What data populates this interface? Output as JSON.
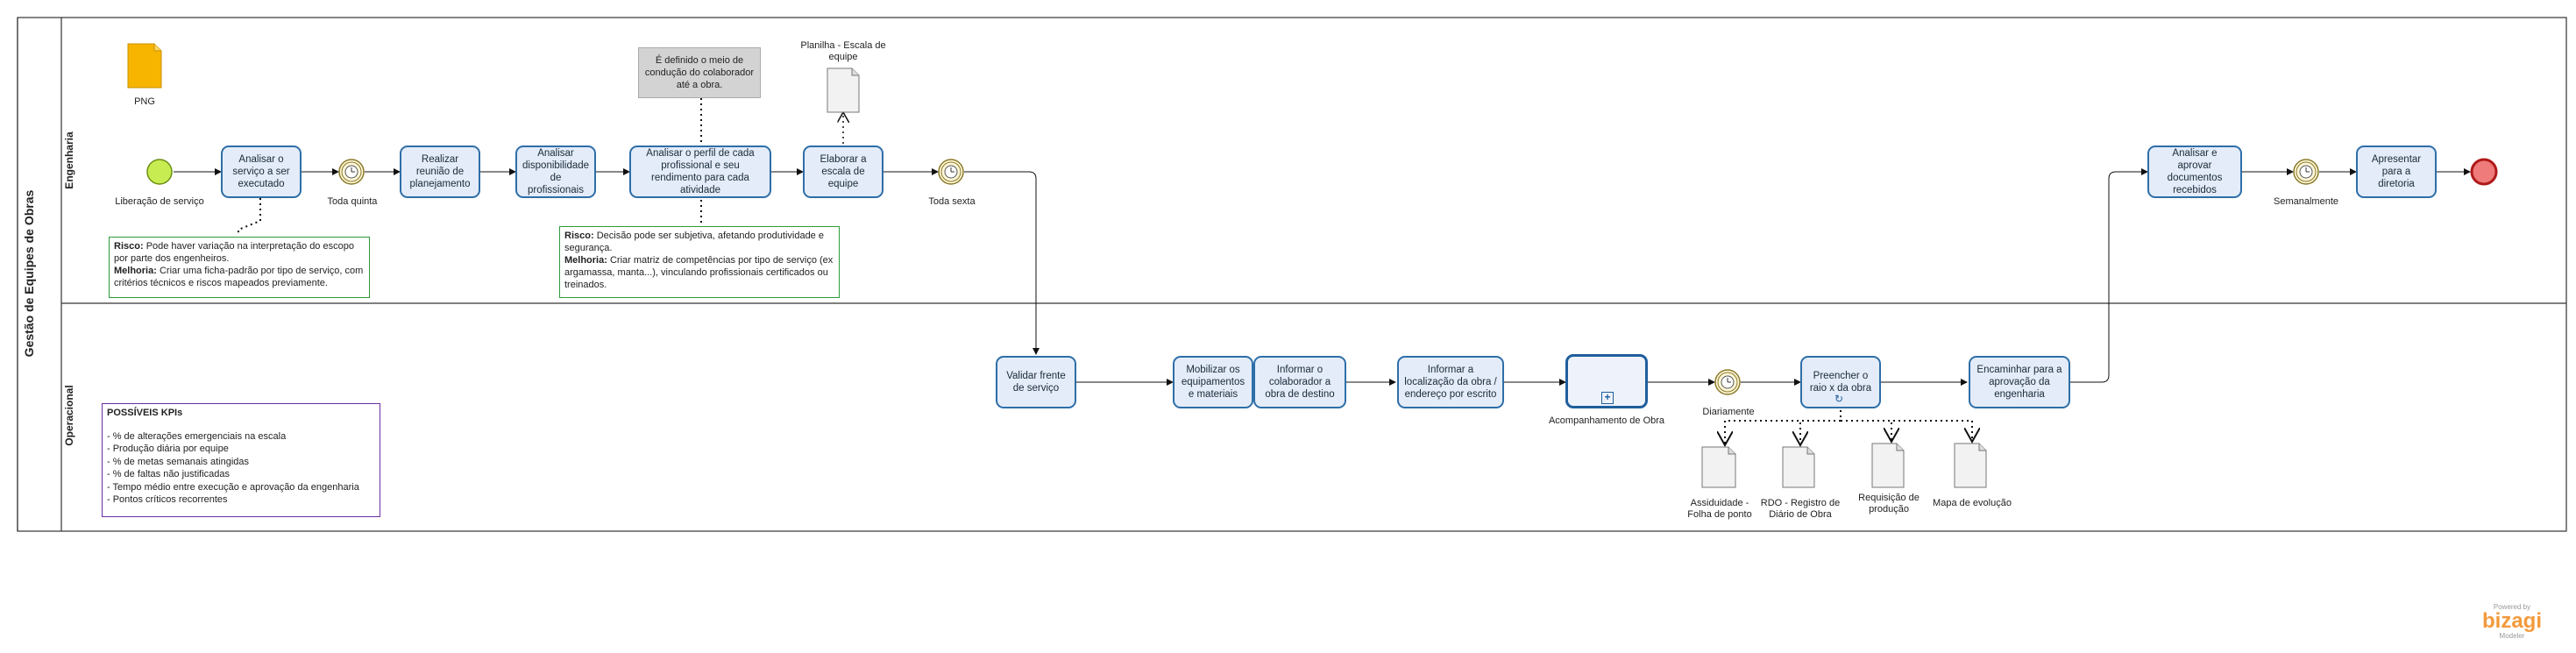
{
  "pool": {
    "title": "Gestão de Equipes de Obras"
  },
  "lanes": {
    "engenharia": "Engenharia",
    "operacional": "Operacional"
  },
  "png_label": "PNG",
  "events": {
    "start": "Liberação de serviço",
    "timer_quinta": "Toda quinta",
    "timer_sexta": "Toda sexta",
    "timer_semanal": "Semanalmente",
    "timer_diario": "Diariamente"
  },
  "tasks": {
    "analisar_servico": "Analisar o serviço a ser executado",
    "realizar_reuniao": "Realizar reunião de planejamento",
    "analisar_disponibilidade": "Analisar disponibilidade de profissionais",
    "analisar_perfil": "Analisar o perfil de cada profissional e seu rendimento para cada atividade",
    "elaborar_escala": "Elaborar a escala de equipe",
    "analisar_aprovar": "Analisar e aprovar documentos recebidos",
    "apresentar": "Apresentar para a diretoria",
    "validar_frente": "Validar frente de serviço",
    "mobilizar": "Mobilizar os equipamentos e materiais",
    "informar_colaborador": "Informar o colaborador a obra de destino",
    "informar_localizacao": "Informar a localização da obra / endereço por escrito",
    "acompanhamento": "Acompanhamento de Obra",
    "preencher_raio": "Preencher o raio x da obra",
    "encaminhar": "Encaminhar para a aprovação da engenharia"
  },
  "annotation_gray": "É definido o meio de condução do colaborador até a obra.",
  "documents": {
    "planilha": "Planilha - Escala de equipe",
    "assiduidade": "Assiduidade - Folha de ponto",
    "rdo": "RDO - Registro de Diário de Obra",
    "requisicao": "Requisição de produção",
    "mapa": "Mapa de evolução"
  },
  "note1": {
    "risco_label": "Risco:",
    "risco": "Pode haver variação na interpretação do escopo por parte dos engenheiros.",
    "melhoria_label": "Melhoria:",
    "melhoria": "Criar uma ficha-padrão por tipo de serviço, com critérios técnicos e riscos mapeados previamente."
  },
  "note2": {
    "risco_label": "Risco:",
    "risco": "Decisão pode ser subjetiva, afetando produtividade e segurança.",
    "melhoria_label": "Melhoria:",
    "melhoria": "Criar matriz de competências por tipo de serviço (ex argamassa, manta...), vinculando profissionais certificados ou treinados."
  },
  "kpis": {
    "title": "POSSÍVEIS KPIs",
    "items": [
      "- % de alterações emergenciais na escala",
      "- Produção diária por equipe",
      "- % de metas semanais atingidas",
      "- % de faltas não justificadas",
      "- Tempo médio entre execução e aprovação da engenharia",
      "- Pontos críticos recorrentes"
    ]
  },
  "branding": {
    "powered": "Powered by",
    "name": "bizagi",
    "product": "Modeler"
  },
  "colors": {
    "task_border": "#2e6ea8",
    "task_fill": "#e3ecf8",
    "start": "#b5e61d",
    "end": "#ef6b6b",
    "note1_border": "#2e9a3a",
    "kpi_border": "#6b2fa3",
    "png": "#f7b500"
  }
}
